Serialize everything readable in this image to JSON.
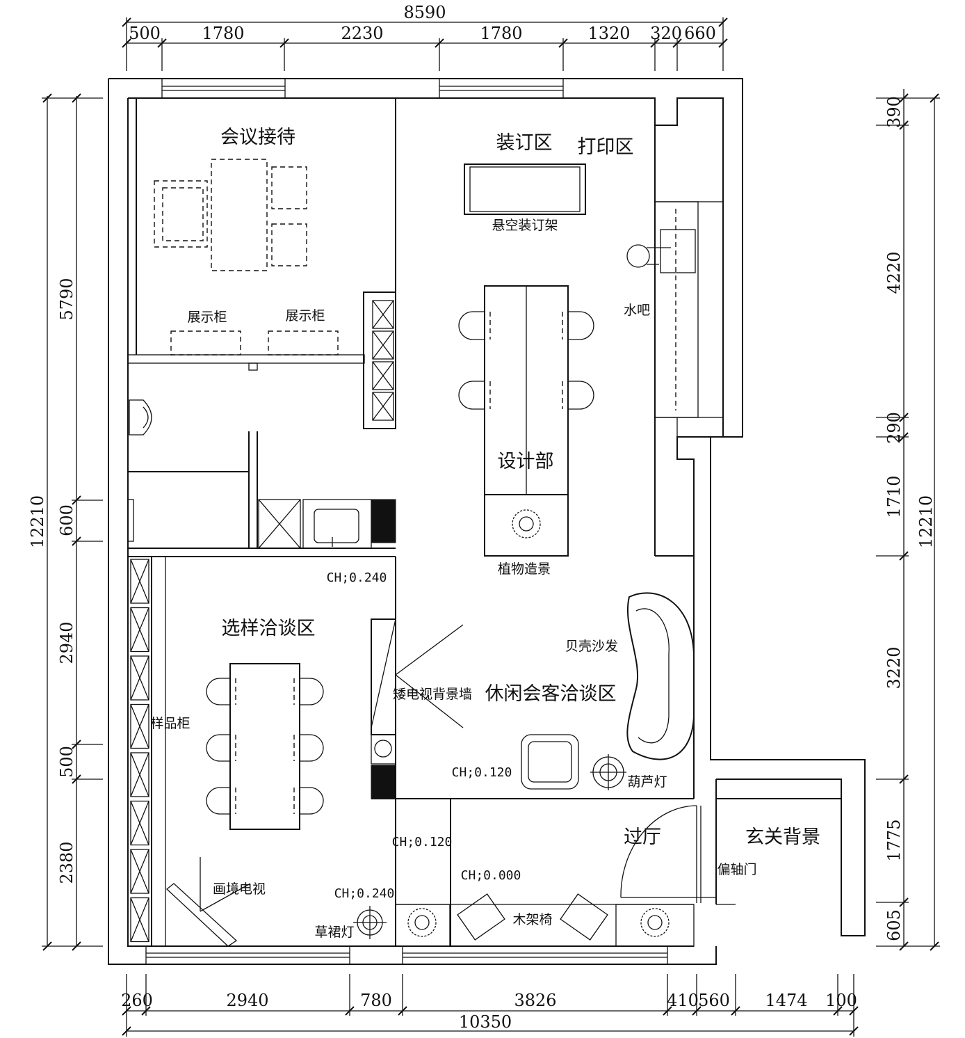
{
  "dimensions": {
    "top_total": "8590",
    "top": [
      "500",
      "1780",
      "2230",
      "1780",
      "1320",
      "320",
      "660"
    ],
    "bottom_total": "10350",
    "bottom": [
      "260",
      "2940",
      "780",
      "3826",
      "410",
      "560",
      "1474",
      "100"
    ],
    "left_total": "12210",
    "left": [
      "5790",
      "600",
      "2940",
      "500",
      "2380"
    ],
    "right_total": "12210",
    "right": [
      "390",
      "4220",
      "290",
      "1710",
      "3220",
      "1775",
      "605"
    ]
  },
  "rooms": {
    "meeting": "会议接待",
    "binding": "装订区",
    "print": "打印区",
    "design": "设计部",
    "sample": "选样洽谈区",
    "lounge": "休闲会客洽谈区",
    "hall": "过厅",
    "entrance": "玄关背景"
  },
  "labels": {
    "binding_rack": "悬空装订架",
    "showcase_1": "展示柜",
    "showcase_2": "展示柜",
    "water_bar": "水吧",
    "plant": "植物造景",
    "shell_sofa": "贝壳沙发",
    "tv_wall": "矮电视背景墙",
    "sample_cabinet": "样品柜",
    "gourd_lamp": "葫芦灯",
    "frame_tv": "画境电视",
    "skirt_lamp": "草裙灯",
    "wood_chair": "木架椅",
    "pivot_door": "偏轴门"
  },
  "ceiling_heights": {
    "sample": "CH;0.240",
    "lounge": "CH;0.120",
    "left_hall": "CH;0.120",
    "hall": "CH;0.000",
    "corner": "CH;0.240"
  }
}
